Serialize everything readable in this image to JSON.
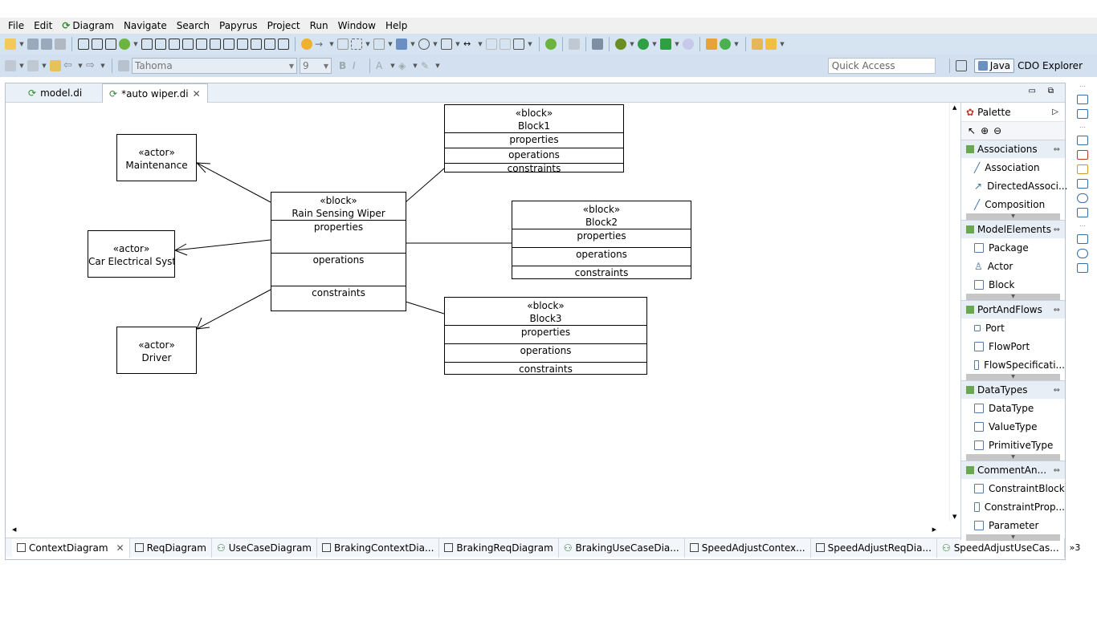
{
  "menu": [
    "File",
    "Edit",
    "Diagram",
    "Navigate",
    "Search",
    "Papyrus",
    "Project",
    "Run",
    "Window",
    "Help"
  ],
  "font_combo": "Tahoma",
  "size_combo": "9",
  "quick_access": "Quick Access",
  "perspectives": {
    "java": "Java",
    "cdo": "CDO Explorer"
  },
  "editor_tabs": [
    {
      "label": "model.di"
    },
    {
      "label": "*auto wiper.di"
    }
  ],
  "diagram": {
    "actors": [
      {
        "stereo": "«actor»",
        "name": "Maintenance"
      },
      {
        "stereo": "«actor»",
        "name": "Car Electrical Systen"
      },
      {
        "stereo": "«actor»",
        "name": "Driver"
      }
    ],
    "main_block": {
      "stereo": "«block»",
      "name": "Rain Sensing Wiper",
      "c1": "properties",
      "c2": "operations",
      "c3": "constraints"
    },
    "blocks": [
      {
        "stereo": "«block»",
        "name": "Block1",
        "c1": "properties",
        "c2": "operations",
        "c3": "constraints"
      },
      {
        "stereo": "«block»",
        "name": "Block2",
        "c1": "properties",
        "c2": "operations",
        "c3": "constraints"
      },
      {
        "stereo": "«block»",
        "name": "Block3",
        "c1": "properties",
        "c2": "operations",
        "c3": "constraints"
      }
    ]
  },
  "palette": {
    "title": "Palette",
    "drawers": [
      {
        "title": "Associations",
        "items": [
          "Association",
          "DirectedAssoci...",
          "Composition"
        ]
      },
      {
        "title": "ModelElements",
        "items": [
          "Package",
          "Actor",
          "Block"
        ]
      },
      {
        "title": "PortAndFlows",
        "items": [
          "Port",
          "FlowPort",
          "FlowSpecificati..."
        ]
      },
      {
        "title": "DataTypes",
        "items": [
          "DataType",
          "ValueType",
          "PrimitiveType"
        ]
      },
      {
        "title": "CommentAn...",
        "items": [
          "ConstraintBlock",
          "ConstraintProp...",
          "Parameter"
        ]
      }
    ]
  },
  "bottom_tabs": [
    "ContextDiagram",
    "ReqDiagram",
    "UseCaseDiagram",
    "BrakingContextDia...",
    "BrakingReqDiagram",
    "BrakingUseCaseDia...",
    "SpeedAdjustContex...",
    "SpeedAdjustReqDia...",
    "SpeedAdjustUseCas..."
  ],
  "overflow": "»3",
  "colors": {
    "toolbar_bg": "#d6e3f1",
    "accent": "#3a6ea5"
  }
}
